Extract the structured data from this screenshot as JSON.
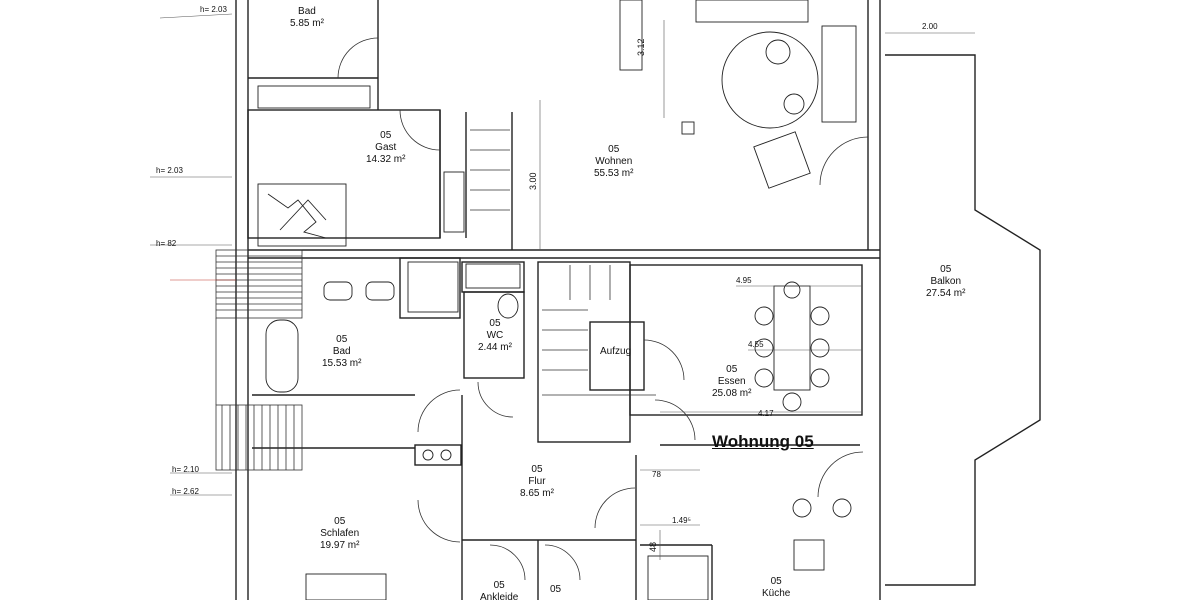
{
  "title": "Wohnung 05",
  "rooms": {
    "bad_top": {
      "num": "",
      "name": "Bad",
      "area": "5.85 m²"
    },
    "gast": {
      "num": "05",
      "name": "Gast",
      "area": "14.32 m²"
    },
    "wohnen": {
      "num": "05",
      "name": "Wohnen",
      "area": "55.53 m²"
    },
    "balkon": {
      "num": "05",
      "name": "Balkon",
      "area": "27.54 m²"
    },
    "bad": {
      "num": "05",
      "name": "Bad",
      "area": "15.53 m²"
    },
    "wc": {
      "num": "05",
      "name": "WC",
      "area": "2.44 m²"
    },
    "aufzug": {
      "num": "",
      "name": "Aufzug",
      "area": ""
    },
    "essen": {
      "num": "05",
      "name": "Essen",
      "area": "25.08 m²"
    },
    "flur": {
      "num": "05",
      "name": "Flur",
      "area": "8.65 m²"
    },
    "schlafen": {
      "num": "05",
      "name": "Schlafen",
      "area": "19.97 m²"
    },
    "ankleide": {
      "num": "05",
      "name": "Ankleide",
      "area": ""
    },
    "small": {
      "num": "05",
      "name": "",
      "area": ""
    },
    "kueche": {
      "num": "05",
      "name": "Küche",
      "area": ""
    }
  },
  "dimensions": {
    "h_203_top": "h= 2.03",
    "h_203_mid": "h= 2.03",
    "h_82": "h= 82",
    "h_210": "h= 2.10",
    "h_262": "h= 2.62",
    "d_200": "2.00",
    "d_312": "3.12",
    "d_300": "3.00",
    "d_495": "4.95",
    "d_455": "4.55",
    "d_417": "4.17",
    "d_78": "78",
    "d_149": "1.49⁵",
    "d_48": "48"
  }
}
